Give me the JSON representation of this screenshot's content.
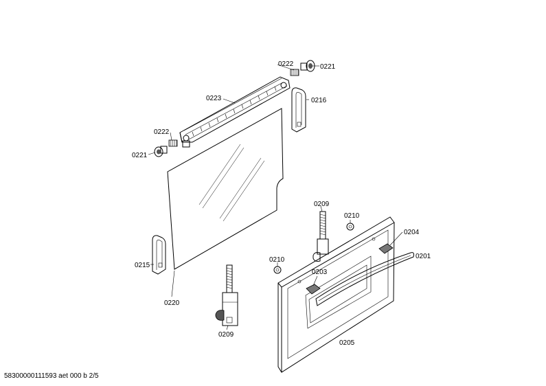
{
  "labels": {
    "l0222a": "0222",
    "l0221a": "0221",
    "l0223": "0223",
    "l0216": "0216",
    "l0222b": "0222",
    "l0221b": "0221",
    "l0209a": "0209",
    "l0210a": "0210",
    "l0204": "0204",
    "l0201": "0201",
    "l0210b": "0210",
    "l0203": "0203",
    "l0215": "0215",
    "l0220": "0220",
    "l0209b": "0209",
    "l0205": "0205"
  },
  "footer": "58300000111593 aet 000 b 2/5"
}
